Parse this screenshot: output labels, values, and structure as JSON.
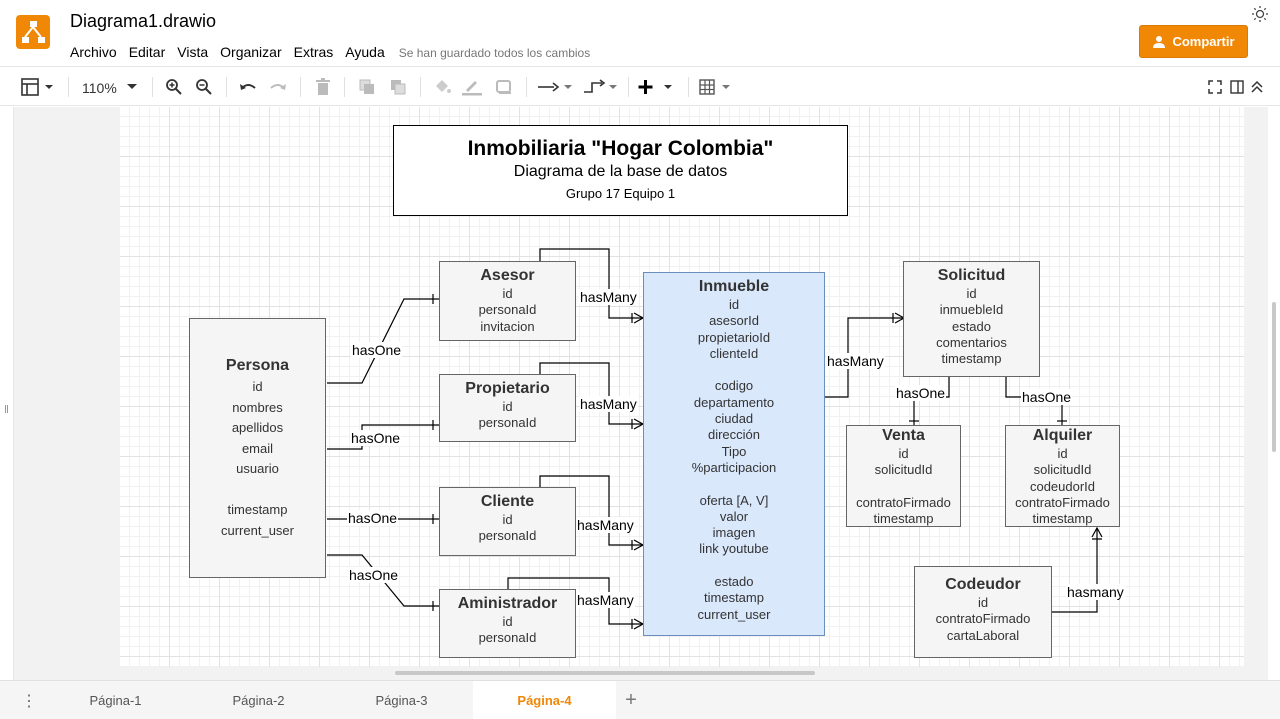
{
  "app": {
    "doc_title": "Diagrama1.drawio",
    "menu": [
      "Archivo",
      "Editar",
      "Vista",
      "Organizar",
      "Extras",
      "Ayuda"
    ],
    "save_status": "Se han guardado todos los cambios",
    "share_label": "Compartir",
    "accent_color": "#f08705"
  },
  "toolbar": {
    "zoom": "110%",
    "icons": [
      "format-panel-icon",
      "zoom-in-icon",
      "zoom-out-icon",
      "undo-icon",
      "redo-icon",
      "delete-icon",
      "to-front-icon",
      "to-back-icon",
      "fill-color-icon",
      "line-color-icon",
      "shadow-icon",
      "connection-icon",
      "waypoints-icon",
      "insert-icon",
      "table-icon",
      "fullscreen-icon",
      "format-toggle-icon",
      "collapse-icon"
    ]
  },
  "diagram": {
    "title": "Inmobiliaria \"Hogar Colombia\"",
    "subtitle": "Diagrama de la base de datos",
    "group": "Grupo 17 Equipo 1",
    "entities": {
      "persona": {
        "name": "Persona",
        "fields": [
          "id",
          "nombres",
          "apellidos",
          "email",
          "usuario",
          "",
          "timestamp",
          "current_user"
        ]
      },
      "asesor": {
        "name": "Asesor",
        "fields": [
          "id",
          "personaId",
          "invitacion"
        ]
      },
      "propietario": {
        "name": "Propietario",
        "fields": [
          "id",
          "personaId"
        ]
      },
      "cliente": {
        "name": "Cliente",
        "fields": [
          "id",
          "personaId"
        ]
      },
      "administrador": {
        "name": "Aministrador",
        "fields": [
          "id",
          "personaId"
        ]
      },
      "inmueble": {
        "name": "Inmueble",
        "fields": [
          "id",
          "asesorId",
          "propietarioId",
          "clienteId",
          "",
          "codigo",
          "departamento",
          "ciudad",
          "dirección",
          "Tipo",
          "%participacion",
          "",
          "oferta [A, V]",
          "valor",
          "imagen",
          "link youtube",
          "",
          "estado",
          "timestamp",
          "current_user"
        ]
      },
      "solicitud": {
        "name": "Solicitud",
        "fields": [
          "id",
          "inmuebleId",
          "estado",
          "comentarios",
          "timestamp"
        ]
      },
      "venta": {
        "name": "Venta",
        "fields": [
          "id",
          "solicitudId",
          "",
          "contratoFirmado",
          "timestamp"
        ]
      },
      "alquiler": {
        "name": "Alquiler",
        "fields": [
          "id",
          "solicitudId",
          "codeudorId",
          "contratoFirmado",
          "timestamp"
        ]
      },
      "codeudor": {
        "name": "Codeudor",
        "fields": [
          "id",
          "contratoFirmado",
          "cartaLaboral"
        ]
      }
    },
    "relations": {
      "persona_asesor": "hasOne",
      "persona_propietario": "hasOne",
      "persona_cliente": "hasOne",
      "persona_administrador": "hasOne",
      "asesor_inmueble": "hasMany",
      "propietario_inmueble": "hasMany",
      "cliente_inmueble": "hasMany",
      "administrador_inmueble": "hasMany",
      "inmueble_solicitud": "hasMany",
      "solicitud_venta": "hasOne",
      "solicitud_alquiler": "hasOne",
      "codeudor_alquiler": "hasmany"
    }
  },
  "pages": {
    "tabs": [
      "Página-1",
      "Página-2",
      "Página-3",
      "Página-4"
    ],
    "active": "Página-4",
    "add_label": "+"
  }
}
